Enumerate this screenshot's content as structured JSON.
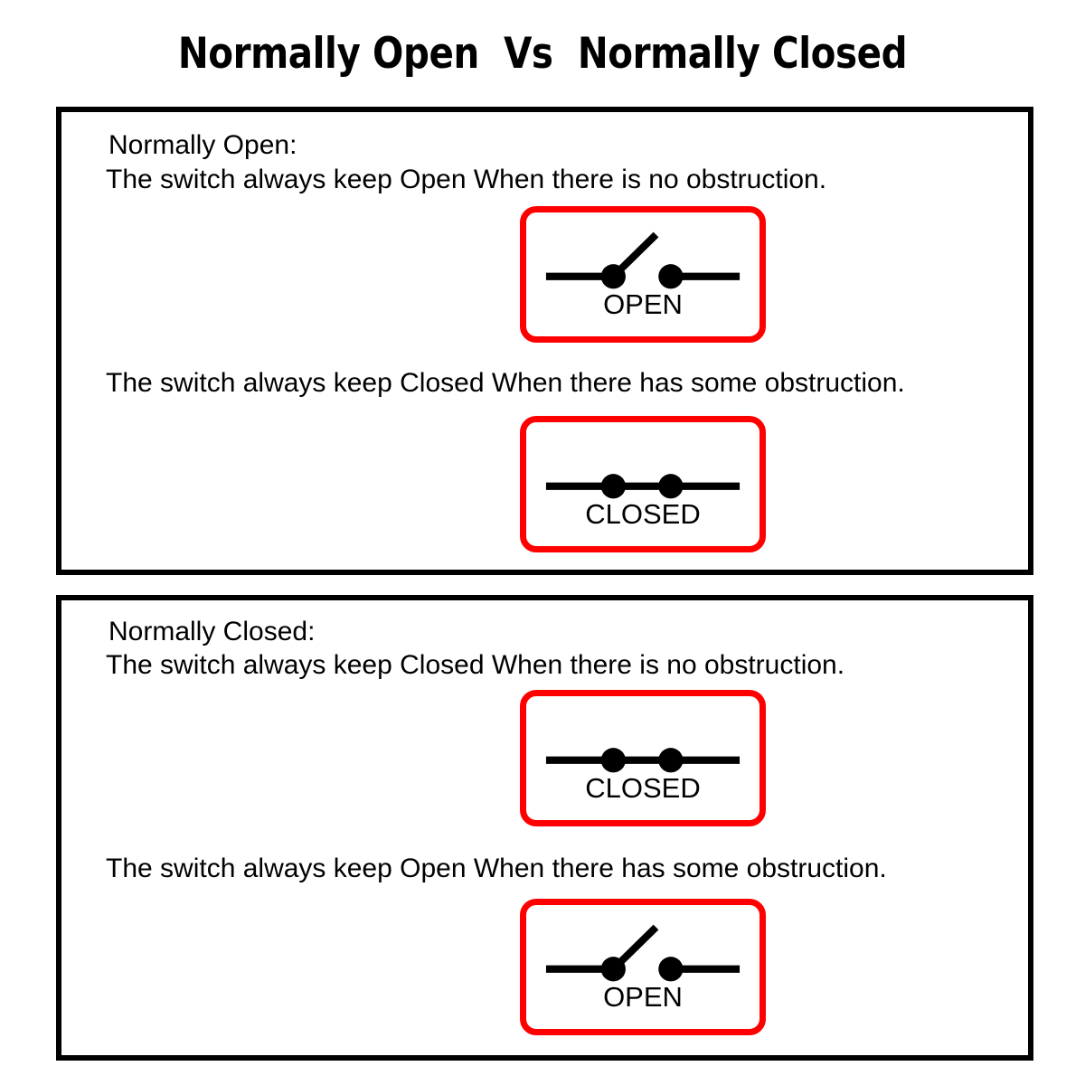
{
  "title": "Normally Open  Vs  Normally Closed",
  "colors": {
    "symbol_border": "#ff0000",
    "panel_border": "#000000",
    "ink": "#000000",
    "background": "#ffffff"
  },
  "panels": [
    {
      "id": "normally-open",
      "heading": "Normally Open:",
      "no_obstruction": {
        "description": "The switch always keep Open When there is no obstruction.",
        "symbol": {
          "state": "open",
          "label": "OPEN"
        }
      },
      "with_obstruction": {
        "description": "The switch always keep Closed When there has some obstruction.",
        "symbol": {
          "state": "closed",
          "label": "CLOSED"
        }
      }
    },
    {
      "id": "normally-closed",
      "heading": "Normally Closed:",
      "no_obstruction": {
        "description": "The switch always keep Closed When there is no obstruction.",
        "symbol": {
          "state": "closed",
          "label": "CLOSED"
        }
      },
      "with_obstruction": {
        "description": "The switch always keep Open When there has some obstruction.",
        "symbol": {
          "state": "open",
          "label": "OPEN"
        }
      }
    }
  ]
}
